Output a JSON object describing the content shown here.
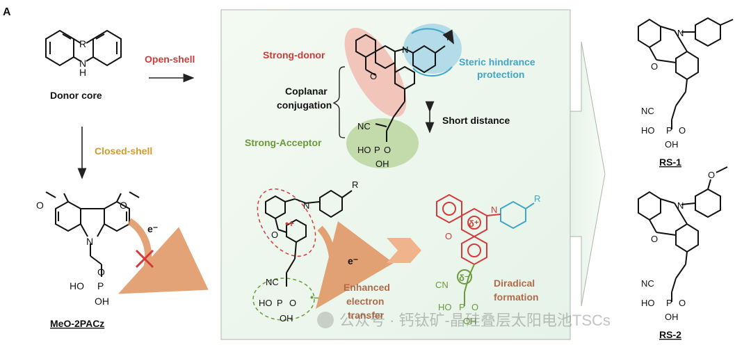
{
  "panel_letter": "A",
  "donor_core": {
    "label": "Donor core",
    "atom_R": "R",
    "atom_N": "N",
    "atom_H": "H"
  },
  "arrows": {
    "open_shell": "Open-shell",
    "closed_shell": "Closed-shell"
  },
  "meo2pacz": {
    "name": "MeO-2PACz",
    "electron": "e⁻",
    "atoms": {
      "O1": "O",
      "O2": "O",
      "N": "N",
      "phos": "HO–P=O",
      "P": "P",
      "O_top": "O",
      "HO": "HO",
      "OH": "OH"
    }
  },
  "center_panel": {
    "strong_donor": "Strong-donor",
    "strong_acceptor": "Strong-Acceptor",
    "coplanar": "Coplanar",
    "conjugation": "conjugation",
    "steric_line1": "Steric hindrance",
    "steric_line2": "protection",
    "short_distance": "Short distance",
    "enhanced_line1": "Enhanced",
    "enhanced_line2": "electron",
    "enhanced_line3": "transfer",
    "diradical_line1": "Diradical",
    "diradical_line2": "formation",
    "electron": "e⁻",
    "delta_plus": "δ⁺",
    "delta_minus": "δ⁻",
    "radical_plus": "•+",
    "radical_minus": "•–",
    "atoms": {
      "N": "N",
      "O": "O",
      "R": "R",
      "CN": "NC",
      "HO": "HO",
      "P": "P",
      "O_eq": "O",
      "OH": "OH",
      "CN2": "CN"
    }
  },
  "rs1": {
    "name": "RS-1",
    "atoms": {
      "N": "N",
      "O": "O",
      "NC": "NC",
      "HO": "HO",
      "P": "P",
      "O_eq": "O",
      "OH": "OH"
    }
  },
  "rs2": {
    "name": "RS-2",
    "atoms": {
      "N": "N",
      "O": "O",
      "O_me": "O",
      "NC": "NC",
      "HO": "HO",
      "P": "P",
      "O_eq": "O",
      "OH": "OH"
    }
  },
  "watermark": "公众号 · 钙钛矿-晶硅叠层太阳电池TSCs",
  "colors": {
    "red": "#d04a42",
    "green": "#6a9a3a",
    "blue": "#3fa6c8",
    "gold": "#d49a2a",
    "panel_bg": "#eef6ee",
    "orange": "#e8a070"
  }
}
